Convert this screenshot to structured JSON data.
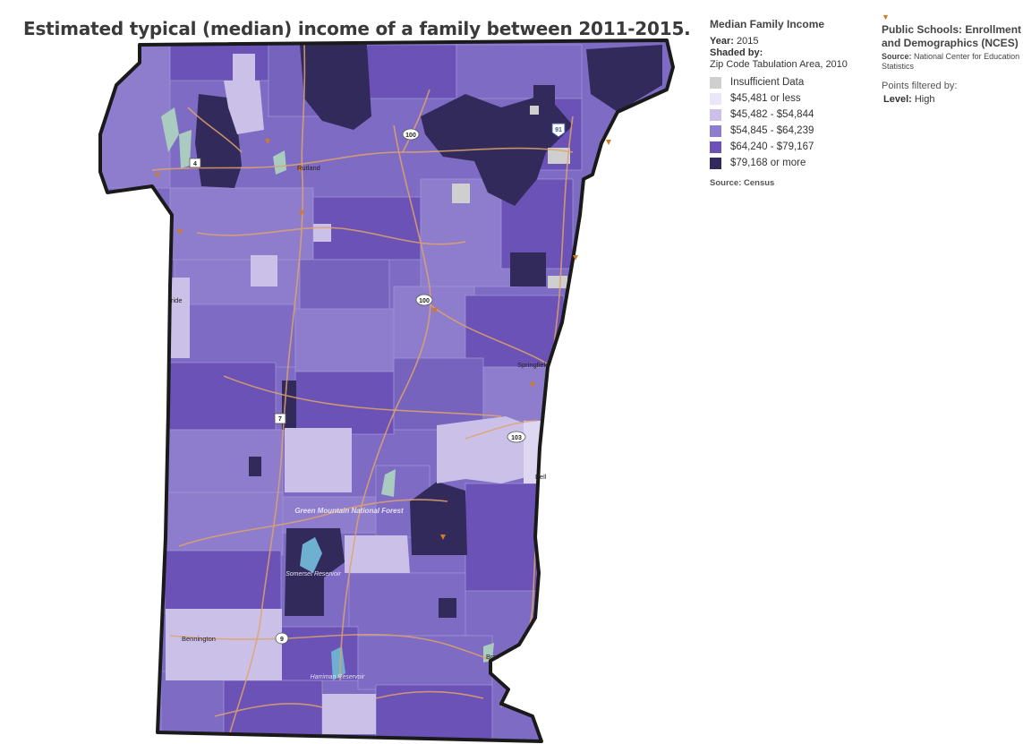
{
  "title": "Estimated typical (median) income of a family between 2011-2015.",
  "legend": {
    "heading": "Median Family Income",
    "year_label": "Year:",
    "year_value": "2015",
    "shaded_label": "Shaded by:",
    "shaded_value": "Zip Code Tabulation Area, 2010",
    "classes": [
      {
        "label": "Insufficient Data",
        "color": "#cfcfcf"
      },
      {
        "label": "$45,481 or less",
        "color": "#ebe6f7"
      },
      {
        "label": "$45,482 - $54,844",
        "color": "#cbc1e8"
      },
      {
        "label": "$54,845 - $64,239",
        "color": "#8d7dcc"
      },
      {
        "label": "$64,240 - $79,167",
        "color": "#6a52b6"
      },
      {
        "label": "$79,168 or more",
        "color": "#332a5c"
      }
    ],
    "source_label": "Source:",
    "source_value": "Census"
  },
  "points_layer": {
    "icon": "triangle-marker-icon",
    "marker_color": "#d37a28",
    "heading": "Public Schools: Enrollment and Demographics (NCES)",
    "source_label": "Source:",
    "source_value": "National Center for Education Statistics",
    "filter_label": "Points filtered by:",
    "filter_key": "Level:",
    "filter_value": "High"
  },
  "map_labels": {
    "rutland": "Rutland",
    "springfield": "Springfield",
    "bennington": "Bennington",
    "ride": "ride",
    "bell": "Bell",
    "brat": "Brat",
    "forest": "Green Mountain National Forest",
    "somerset": "Somerset Reservoir",
    "harriman": "Harriman Reservoir"
  },
  "route_shields": [
    "100",
    "100",
    "4",
    "7",
    "9",
    "103",
    "91"
  ]
}
